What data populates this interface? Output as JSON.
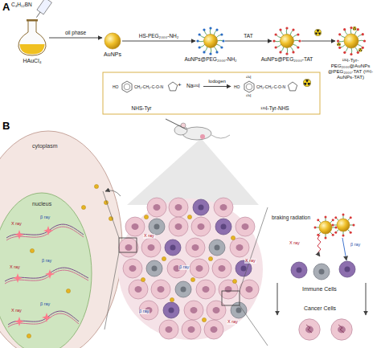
{
  "diagram": {
    "nodes": [
      {
        "text": [
          "HAuCl₄"
        ]
      },
      {
        "text": [
          "AuNPs"
        ]
      },
      {
        "text": [
          "AuNPs@PEG₂₀₀₀-NH₂"
        ]
      },
      {
        "text": [
          "AuNPs@PEG₂₀₀₀-TAT"
        ]
      },
      {
        "text": [
          "¹³¹I-Tyr-PEG₂₀₀₀@AuNPs @PEG₂₀₀₀-TAT (¹³¹I-AuNPs-TAT)"
        ]
      },
      {
        "text": [
          "NHS-Tyr"
        ]
      },
      {
        "text": [
          "Na¹³¹I"
        ]
      },
      {
        "text": [
          "¹³¹I-Tyr-NHS"
        ]
      }
    ],
    "edges": [
      {
        "from": 0,
        "to": 1,
        "label": "oil phase",
        "arrow": "to"
      },
      {
        "from": 1,
        "to": 2,
        "label": "HS-PEG₂₀₀₀-NH₂",
        "arrow": "to"
      },
      {
        "from": 2,
        "to": 3,
        "label": "TAT",
        "arrow": "to"
      },
      {
        "from": 3,
        "to": 4,
        "arrow": "to"
      },
      {
        "from": 6,
        "to": 7,
        "label": "Iodogen",
        "arrow": "to"
      }
    ],
    "labels": [
      "A",
      "C₄H₁₂BN",
      "HO",
      "CH₂-CH₂-C-O-N",
      "+",
      "HO",
      "¹³¹I",
      "¹³¹I",
      "CH₂-CH₂-C-O-N",
      "B",
      "cytoplasm",
      "nucleus",
      "X ray",
      "β ray",
      "X ray",
      "β ray",
      "X ray",
      "β ray",
      "X ray",
      "β ray",
      "β ray",
      "X ray",
      "X ray",
      "braking radiation",
      "X ray",
      "β ray",
      "Immune Cells",
      "Cancer Cells"
    ]
  }
}
